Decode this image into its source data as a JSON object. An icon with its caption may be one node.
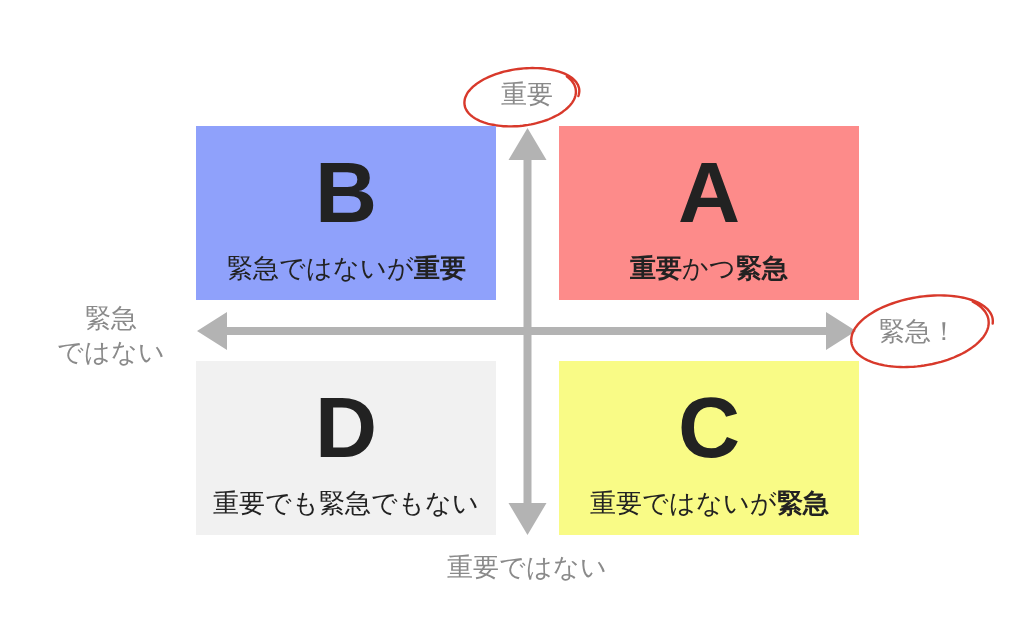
{
  "diagram": {
    "nodes": [
      {
        "text": [
          "B",
          "緊急ではないが**重要**"
        ]
      },
      {
        "text": [
          "A",
          "**重要**かつ**緊急**"
        ]
      },
      {
        "text": [
          "D",
          "重要でも緊急でもない"
        ]
      },
      {
        "text": [
          "C",
          "重要ではないが**緊急**"
        ]
      }
    ],
    "labels": [
      "重要",
      "緊急ではない",
      "緊急！",
      "重要ではない"
    ]
  }
}
